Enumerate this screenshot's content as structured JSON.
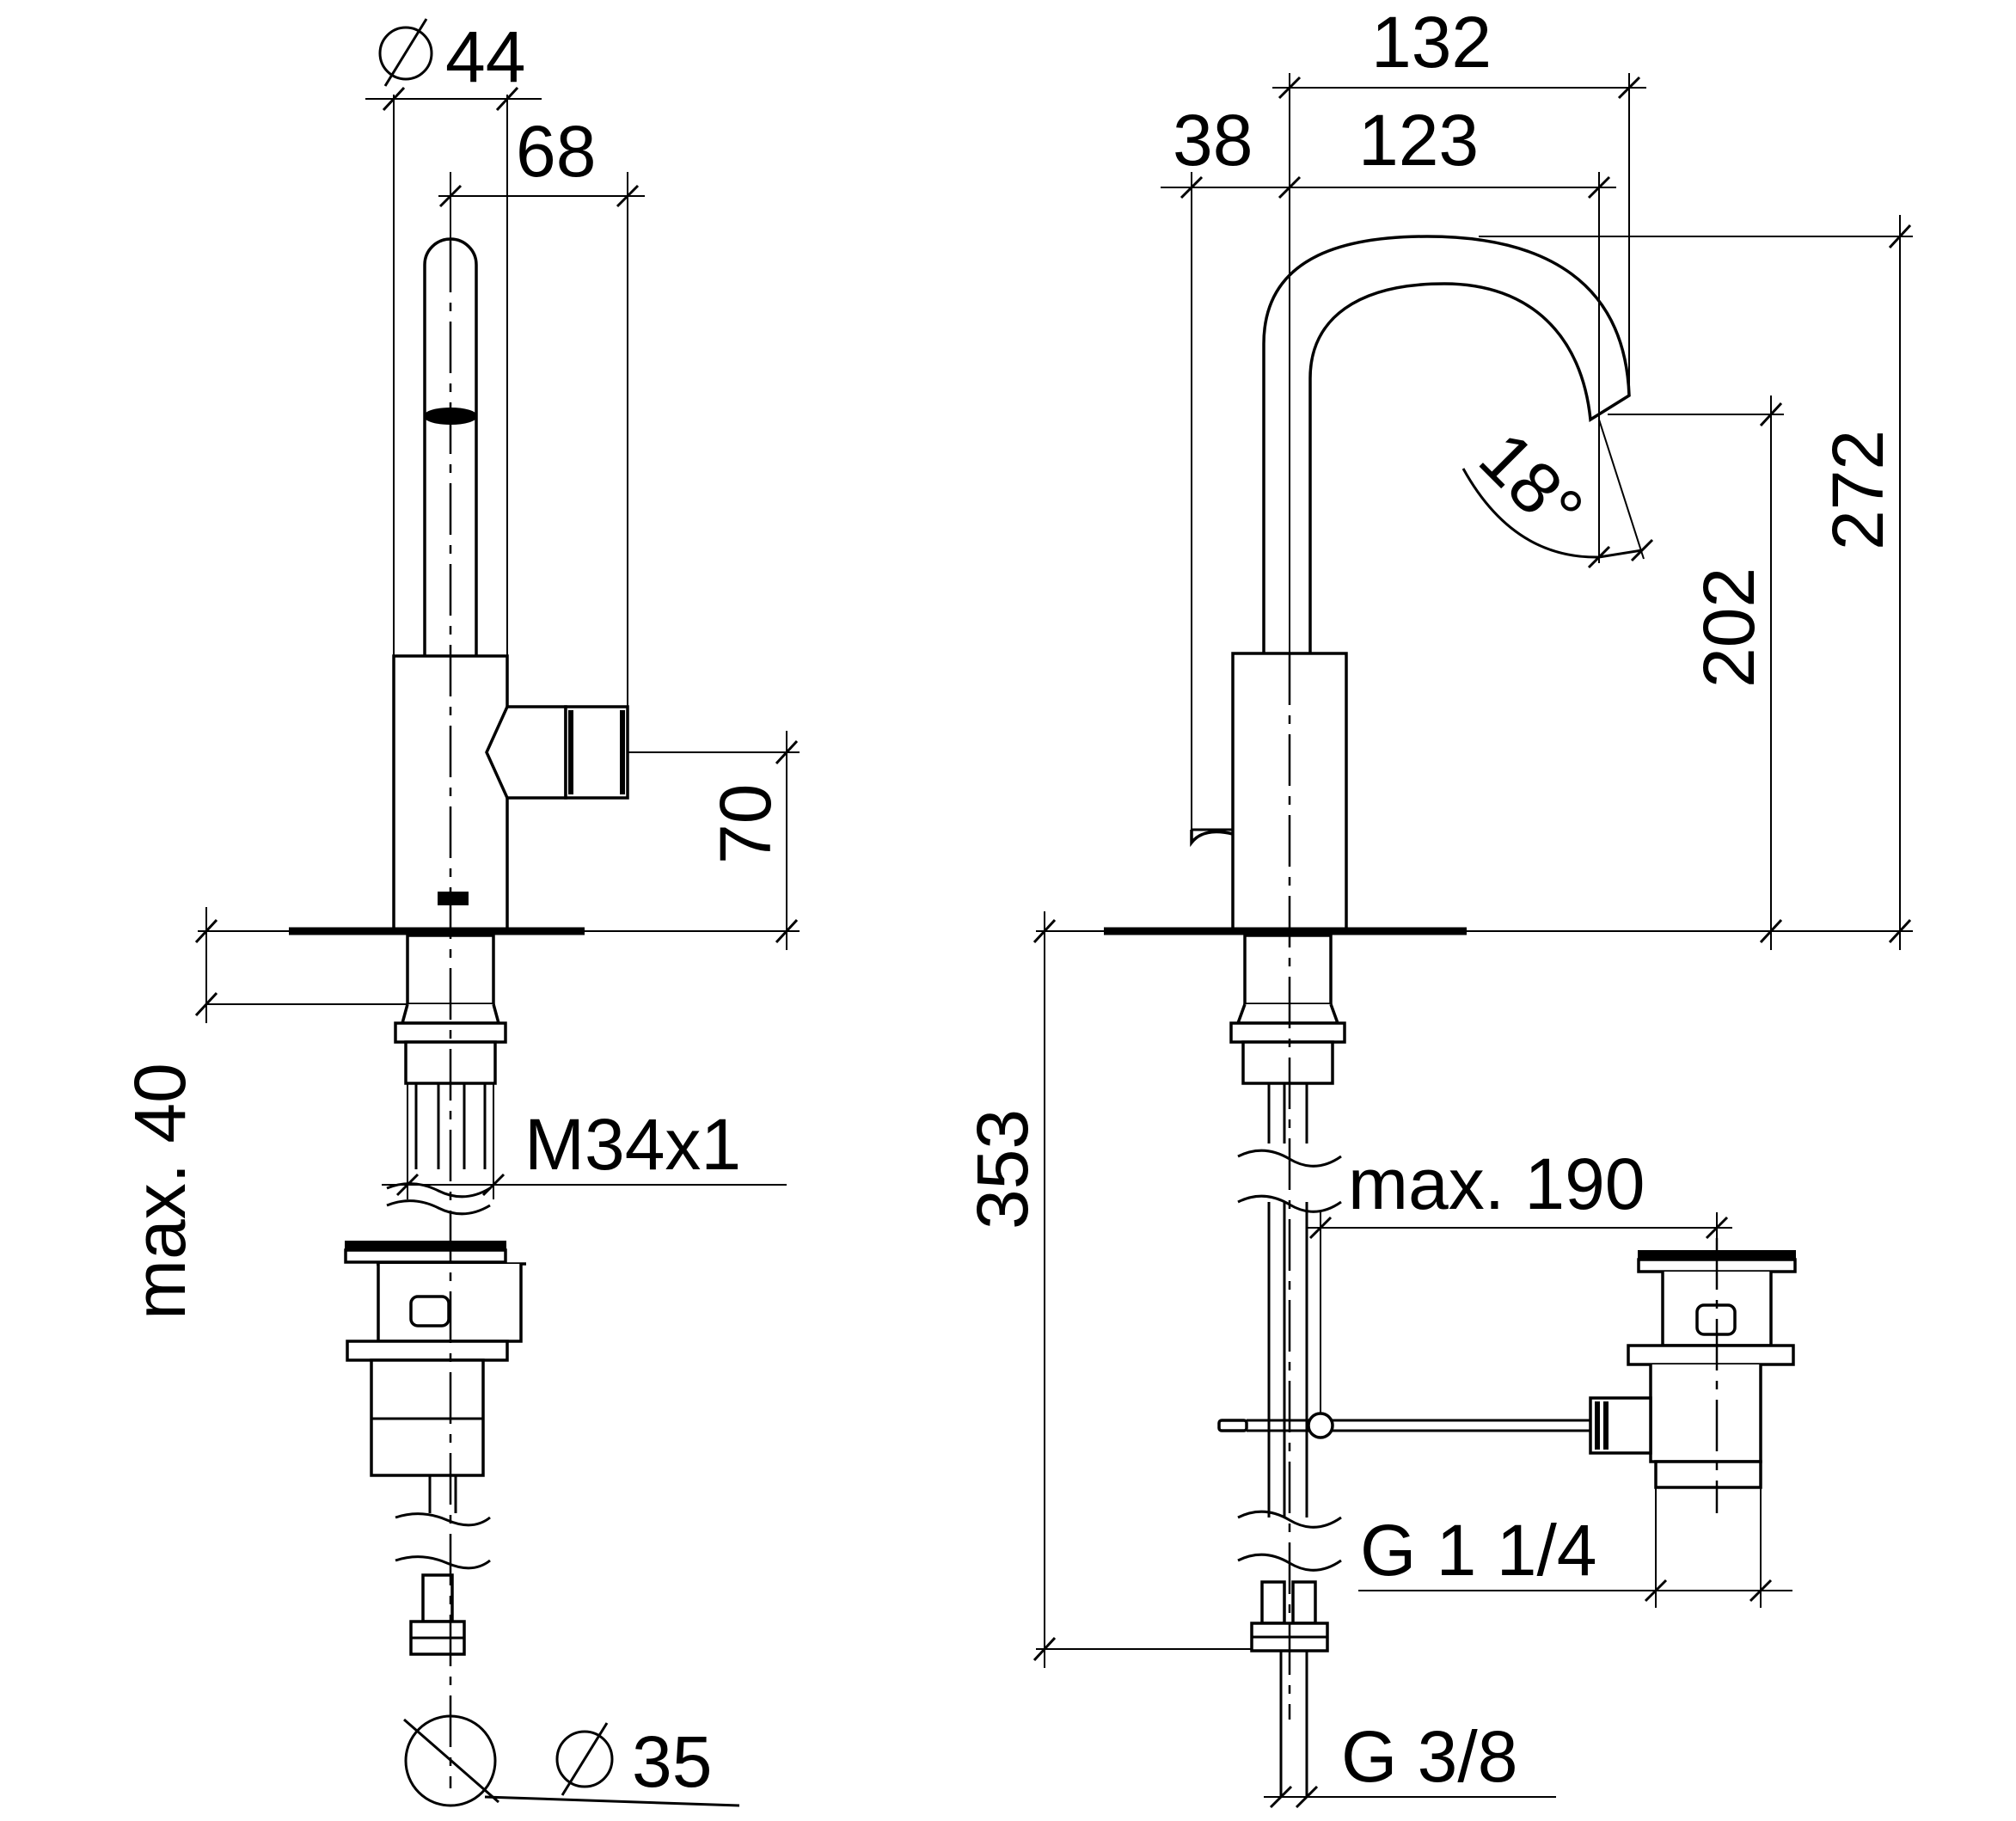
{
  "colors": {
    "line": "#000000",
    "background": "#ffffff"
  },
  "dimensions": {
    "dia_44": "44",
    "dim_68": "68",
    "dim_70": "70",
    "max_40": "max. 40",
    "thread_m34": "M34x1",
    "dia_35": "35",
    "dim_132": "132",
    "dim_38": "38",
    "dim_123": "123",
    "angle_18": "18°",
    "dim_272": "272",
    "dim_202": "202",
    "dim_353": "353",
    "max_190": "max. 190",
    "thread_g114": "G 1 1/4",
    "thread_g38": "G 3/8"
  },
  "icons": {
    "diameter": "diameter-symbol-icon"
  }
}
